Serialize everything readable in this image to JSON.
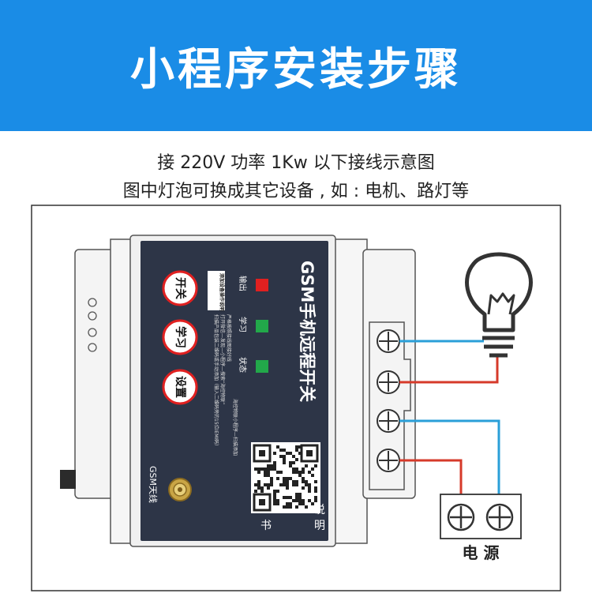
{
  "banner": {
    "title": "小程序安装步骤"
  },
  "caption": {
    "line1": "接 220V 功率 1Kw 以下接线示意图",
    "line2": "图中灯泡可换成其它设备 , 如 : 电机、路灯等"
  },
  "device": {
    "title": "GSM手机远程开关",
    "buttons": [
      {
        "label": "开关"
      },
      {
        "label": "学习"
      },
      {
        "label": "设置"
      }
    ],
    "indicators": [
      {
        "label": "输出",
        "color": "#e02020"
      },
      {
        "label": "学习",
        "color": "#22a84a"
      },
      {
        "label": "状态",
        "color": "#22a84a"
      }
    ],
    "sticker": "添加设备操作说明",
    "instructions": [
      "严格按照接线图接好线",
      "打开微信—发现—小程序—搜索“海控物联”",
      "扫描产品包装二维码或手动添加（输入二维码旁的15位IEMI码）",
      "海控物联小程序—扫描添加"
    ],
    "manual_label": "说明书",
    "antenna_label": "GSM天线"
  },
  "power": {
    "label": "电 源"
  },
  "colors": {
    "banner": "#1a8ce6",
    "panel": "#2d3547",
    "wire_blue": "#2a9fd8",
    "wire_red": "#d63a2a",
    "button_ring": "#e02020"
  }
}
